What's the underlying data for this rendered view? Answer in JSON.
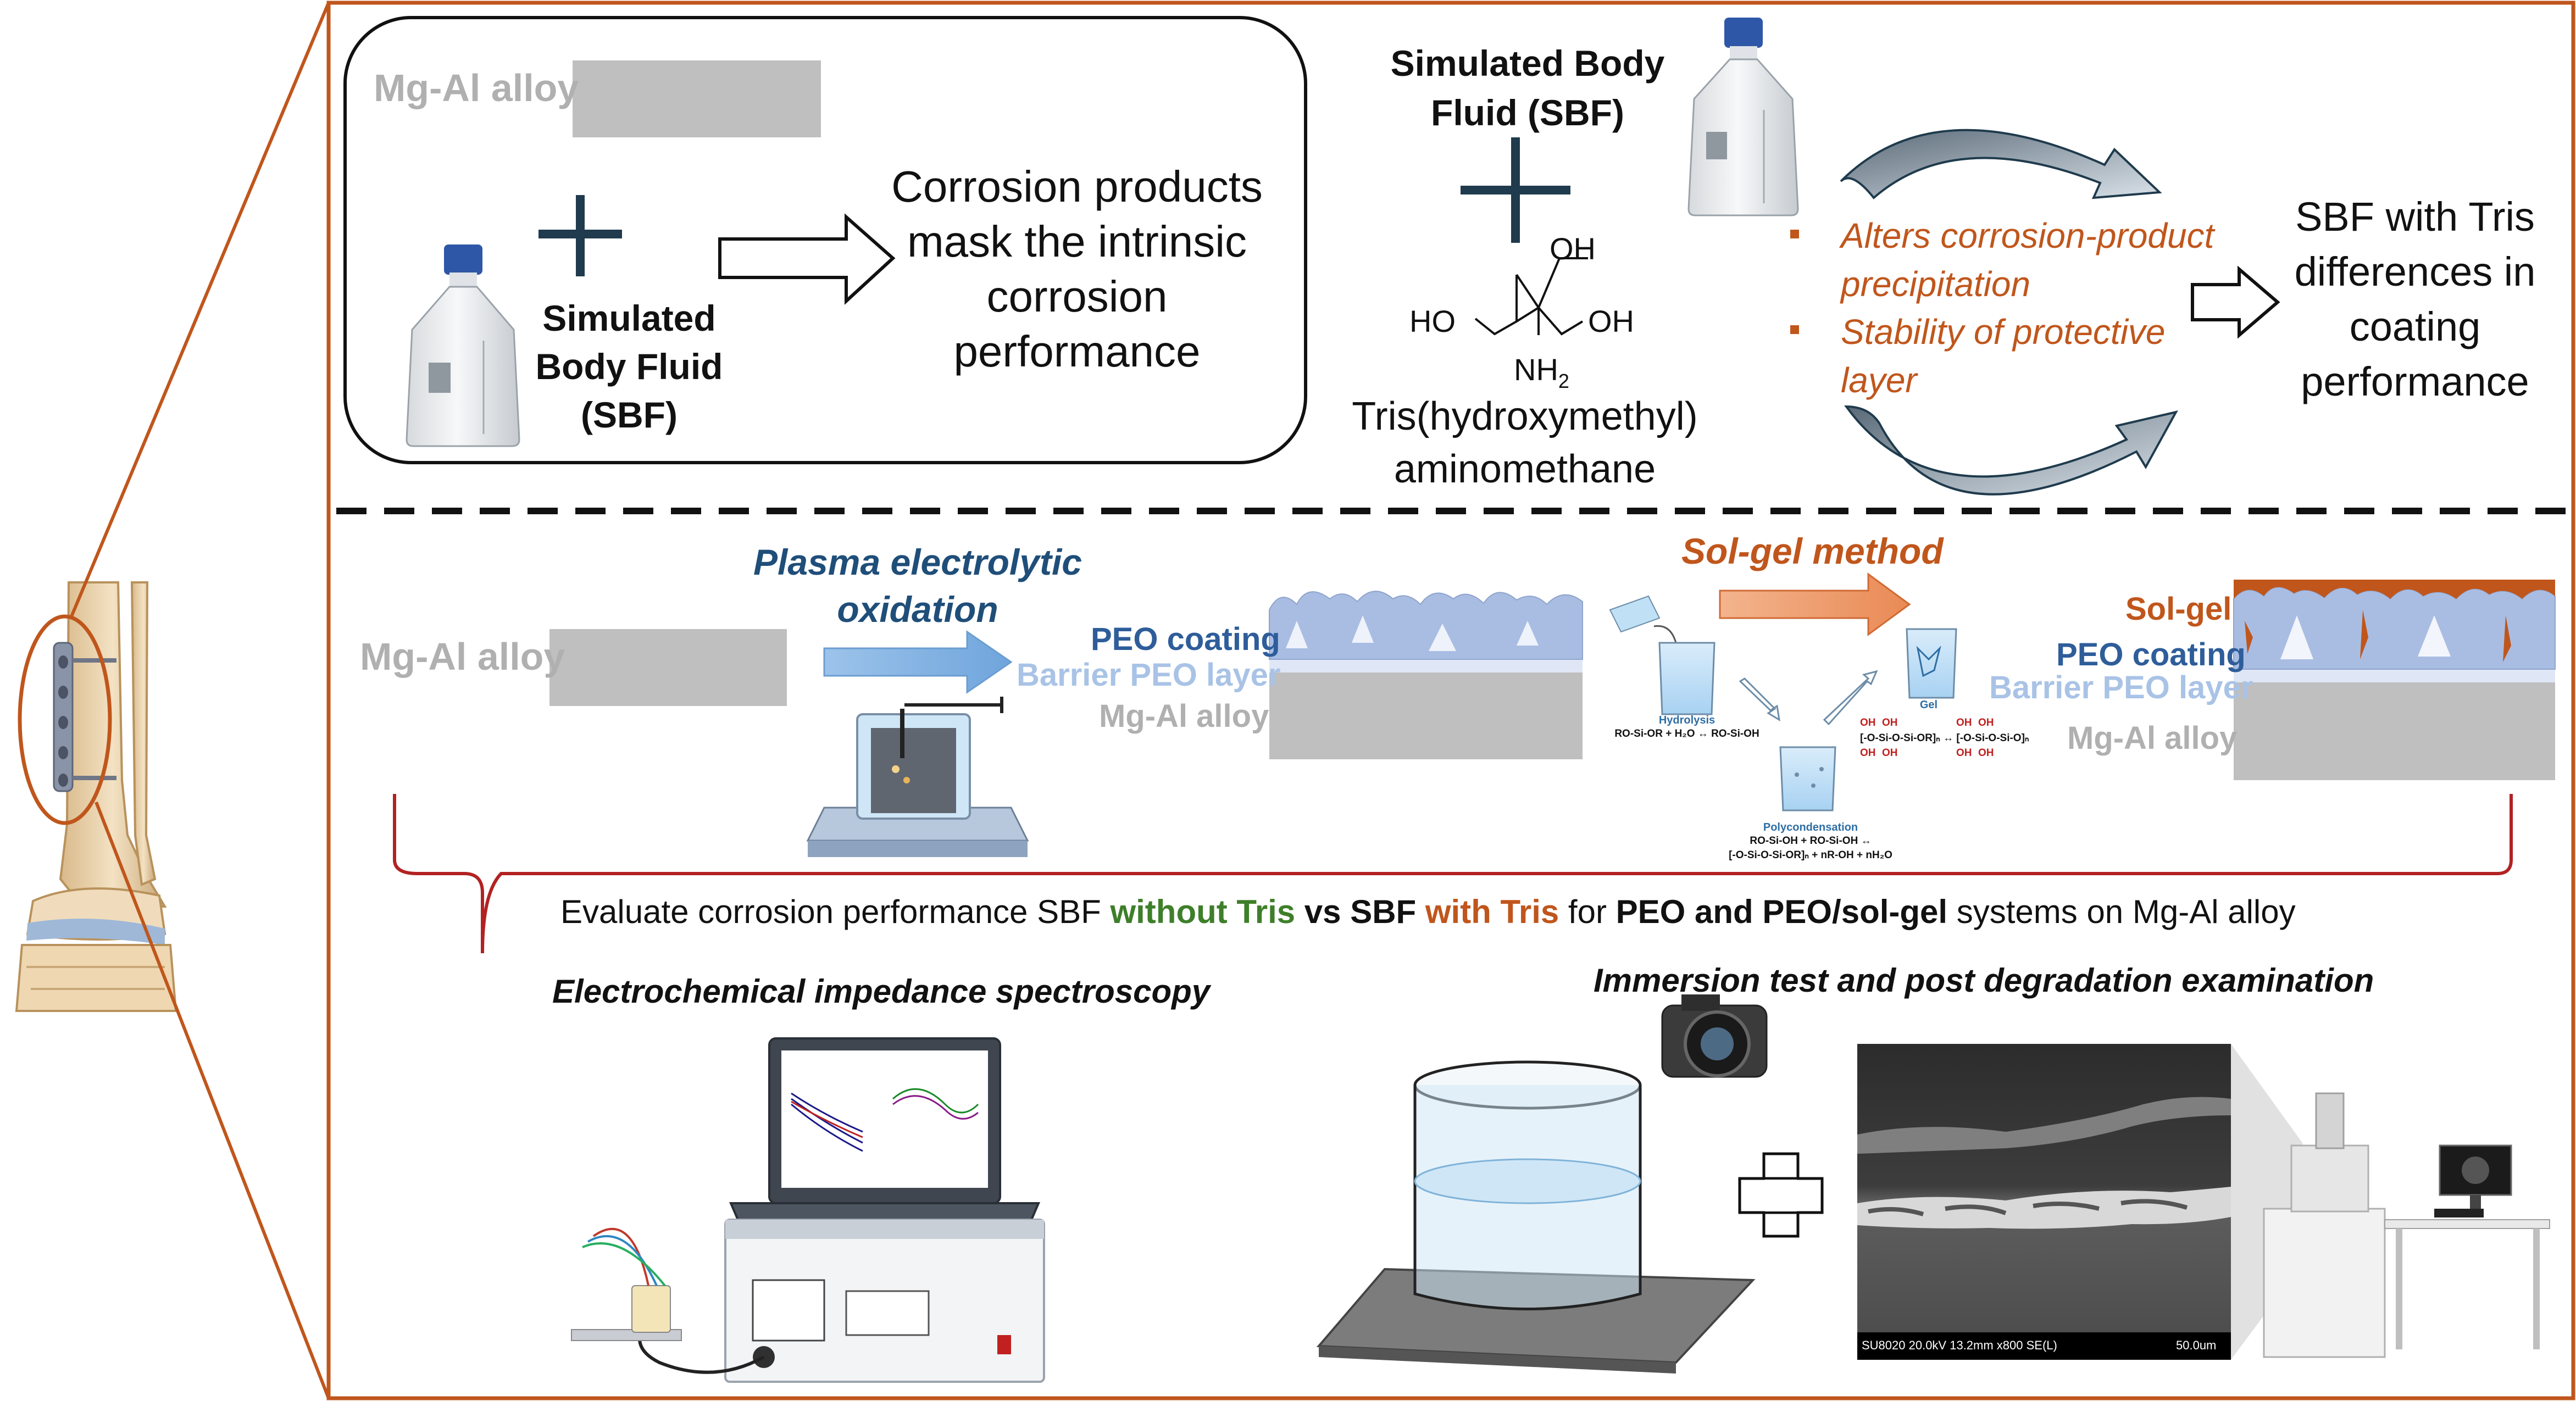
{
  "colors": {
    "frame": "#c0561c",
    "mg_alloy_gray": "#bfbfbf",
    "peo_blue": "#a9bde3",
    "barrier_blue": "#dfe7f6",
    "solgel_orange": "#c0561c",
    "dark_navy": "#1f3b4d",
    "green": "#3e7f2a",
    "brace_red": "#b22222"
  },
  "top_left_panel": {
    "alloy_label": "Mg-Al alloy",
    "sbf_label_line1": "Simulated",
    "sbf_label_line2": "Body Fluid",
    "sbf_label_line3": "(SBF)",
    "result_line1": "Corrosion products",
    "result_line2": "mask the intrinsic",
    "result_line3": "corrosion",
    "result_line4": "performance"
  },
  "top_right_panel": {
    "sbf_label_line1": "Simulated Body",
    "sbf_label_line2": "Fluid (SBF)",
    "tris_oh_top": "OH",
    "tris_ho_left": "HO",
    "tris_oh_right": "OH",
    "tris_nh2": "NH",
    "tris_nh2_sub": "2",
    "tris_name_line1": "Tris(hydroxymethyl)",
    "tris_name_line2": "aminomethane",
    "bullet1_line1": "Alters corrosion-product",
    "bullet1_line2": "precipitation",
    "bullet2_line1": "Stability of protective",
    "bullet2_line2": "layer",
    "result_line1": "SBF with Tris",
    "result_line2": "differences in",
    "result_line3": "coating",
    "result_line4": "performance"
  },
  "middle_panel": {
    "alloy_label": "Mg-Al alloy",
    "peo_title_line1": "Plasma electrolytic",
    "peo_title_line2": "oxidation",
    "peo_stack": {
      "peo_coating": "PEO coating",
      "barrier": "Barrier PEO layer",
      "alloy": "Mg-Al alloy"
    },
    "solgel_title": "Sol-gel method",
    "solgel_steps": {
      "hydrolysis": "Hydrolysis",
      "hydrolysis_eq": "RO-Si-OR + H₂O ↔ RO-Si-OH",
      "gel": "Gel",
      "polycondensation": "Polycondensation",
      "poly_eq1": "RO-Si-OH + RO-Si-OH ↔",
      "poly_eq2": "[-O-Si-O-Si-OR]ₙ + nR-OH + nH₂O",
      "network_eq": "[-O-Si-O-Si-OR]ₙ ↔ [-O-Si-O-Si-O]ₙ",
      "oh": "OH"
    },
    "solgel_stack": {
      "solgel": "Sol-gel",
      "peo_coating": "PEO coating",
      "barrier": "Barrier PEO layer",
      "alloy": "Mg-Al alloy"
    }
  },
  "evaluation": {
    "part1": "Evaluate corrosion performance SBF ",
    "part2": "without Tris",
    "part3": " vs SBF ",
    "part4": "with Tris",
    "part5": " for ",
    "part6": "PEO and PEO/sol-gel",
    "part7": " systems on Mg-Al alloy"
  },
  "bottom_panel": {
    "eis_title": "Electrochemical impedance spectroscopy",
    "immersion_title": "Immersion test and post degradation examination",
    "sem_caption": "SU8020 20.0kV 13.2mm x800 SE(L)",
    "sem_scale": "50.0um"
  }
}
